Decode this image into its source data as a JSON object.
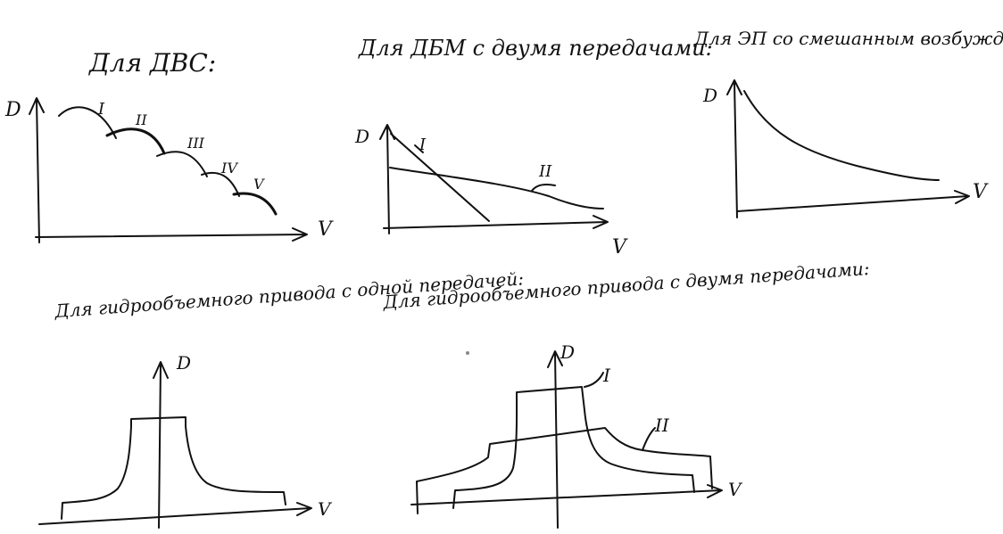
{
  "chart_data": [
    {
      "type": "line",
      "title": "Для ДВС:",
      "ylabel": "D",
      "xlabel": "V",
      "series": [
        {
          "name": "I"
        },
        {
          "name": "II"
        },
        {
          "name": "III"
        },
        {
          "name": "IV"
        },
        {
          "name": "V"
        }
      ]
    },
    {
      "type": "line",
      "title": "Для ДБМ с двумя передачами:",
      "ylabel": "D",
      "xlabel": "V",
      "series": [
        {
          "name": "I"
        },
        {
          "name": "II"
        }
      ]
    },
    {
      "type": "line",
      "title": "Для ЭП со смешанным возбуждением: (одна передача)",
      "ylabel": "D",
      "xlabel": "V",
      "series": [
        {
          "name": ""
        }
      ]
    },
    {
      "type": "line",
      "title": "Для гидрообъемного привода с одной передачей:",
      "ylabel": "D",
      "xlabel": "V",
      "series": [
        {
          "name": ""
        }
      ]
    },
    {
      "type": "line",
      "title": "Для гидрообъемного привода с двумя передачами:",
      "ylabel": "D",
      "xlabel": "V",
      "series": [
        {
          "name": "I"
        },
        {
          "name": "II"
        }
      ]
    }
  ]
}
